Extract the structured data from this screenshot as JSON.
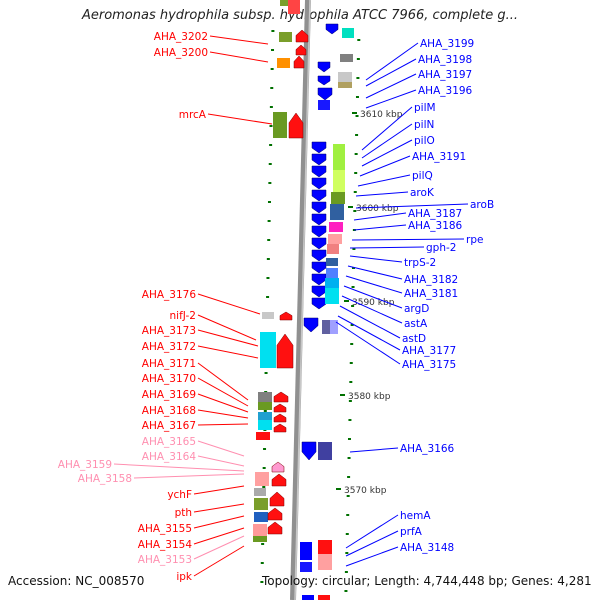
{
  "header": {
    "title": "Aeromonas hydrophila subsp. hydrophila ATCC 7966, complete g..."
  },
  "footer": {
    "accession": "Accession: NC_008570",
    "topology": "Topology: circular; Length: 4,744,448 bp; Genes: 4,281"
  },
  "colors": {
    "reverse_strand": "#ff0000",
    "forward_strand": "#0000ff",
    "pseudo_gene_label": "#ff8fb0",
    "backbone": "#909090",
    "tick": "#007000"
  },
  "scale": {
    "ticks": [
      {
        "label": "3610 kbp"
      },
      {
        "label": "3600 kbp"
      },
      {
        "label": "3590 kbp"
      },
      {
        "label": "3580 kbp"
      },
      {
        "label": "3570 kbp"
      }
    ]
  },
  "left_labels": [
    {
      "text": "AHA_3202",
      "kind": "gene"
    },
    {
      "text": "AHA_3200",
      "kind": "gene"
    },
    {
      "text": "mrcA",
      "kind": "gene"
    },
    {
      "text": "AHA_3176",
      "kind": "gene"
    },
    {
      "text": "nifJ-2",
      "kind": "gene"
    },
    {
      "text": "AHA_3173",
      "kind": "gene"
    },
    {
      "text": "AHA_3172",
      "kind": "gene"
    },
    {
      "text": "AHA_3171",
      "kind": "gene"
    },
    {
      "text": "AHA_3170",
      "kind": "gene"
    },
    {
      "text": "AHA_3169",
      "kind": "gene"
    },
    {
      "text": "AHA_3168",
      "kind": "gene"
    },
    {
      "text": "AHA_3167",
      "kind": "gene"
    },
    {
      "text": "AHA_3165",
      "kind": "pseudo"
    },
    {
      "text": "AHA_3164",
      "kind": "pseudo"
    },
    {
      "text": "AHA_3159",
      "kind": "pseudo"
    },
    {
      "text": "AHA_3158",
      "kind": "pseudo"
    },
    {
      "text": "ychF",
      "kind": "gene"
    },
    {
      "text": "pth",
      "kind": "gene"
    },
    {
      "text": "AHA_3155",
      "kind": "gene"
    },
    {
      "text": "AHA_3154",
      "kind": "gene"
    },
    {
      "text": "AHA_3153",
      "kind": "pseudo"
    },
    {
      "text": "ipk",
      "kind": "gene"
    }
  ],
  "right_labels": [
    {
      "text": "AHA_3199"
    },
    {
      "text": "AHA_3198"
    },
    {
      "text": "AHA_3197"
    },
    {
      "text": "AHA_3196"
    },
    {
      "text": "pilM"
    },
    {
      "text": "pilN"
    },
    {
      "text": "pilO"
    },
    {
      "text": "AHA_3191"
    },
    {
      "text": "pilQ"
    },
    {
      "text": "aroK"
    },
    {
      "text": "aroB"
    },
    {
      "text": "AHA_3187"
    },
    {
      "text": "AHA_3186"
    },
    {
      "text": "rpe"
    },
    {
      "text": "gph-2"
    },
    {
      "text": "trpS-2"
    },
    {
      "text": "AHA_3182"
    },
    {
      "text": "AHA_3181"
    },
    {
      "text": "argD"
    },
    {
      "text": "astA"
    },
    {
      "text": "astD"
    },
    {
      "text": "AHA_3177"
    },
    {
      "text": "AHA_3175"
    },
    {
      "text": "AHA_3166"
    },
    {
      "text": "hemA"
    },
    {
      "text": "prfA"
    },
    {
      "text": "AHA_3148"
    }
  ]
}
